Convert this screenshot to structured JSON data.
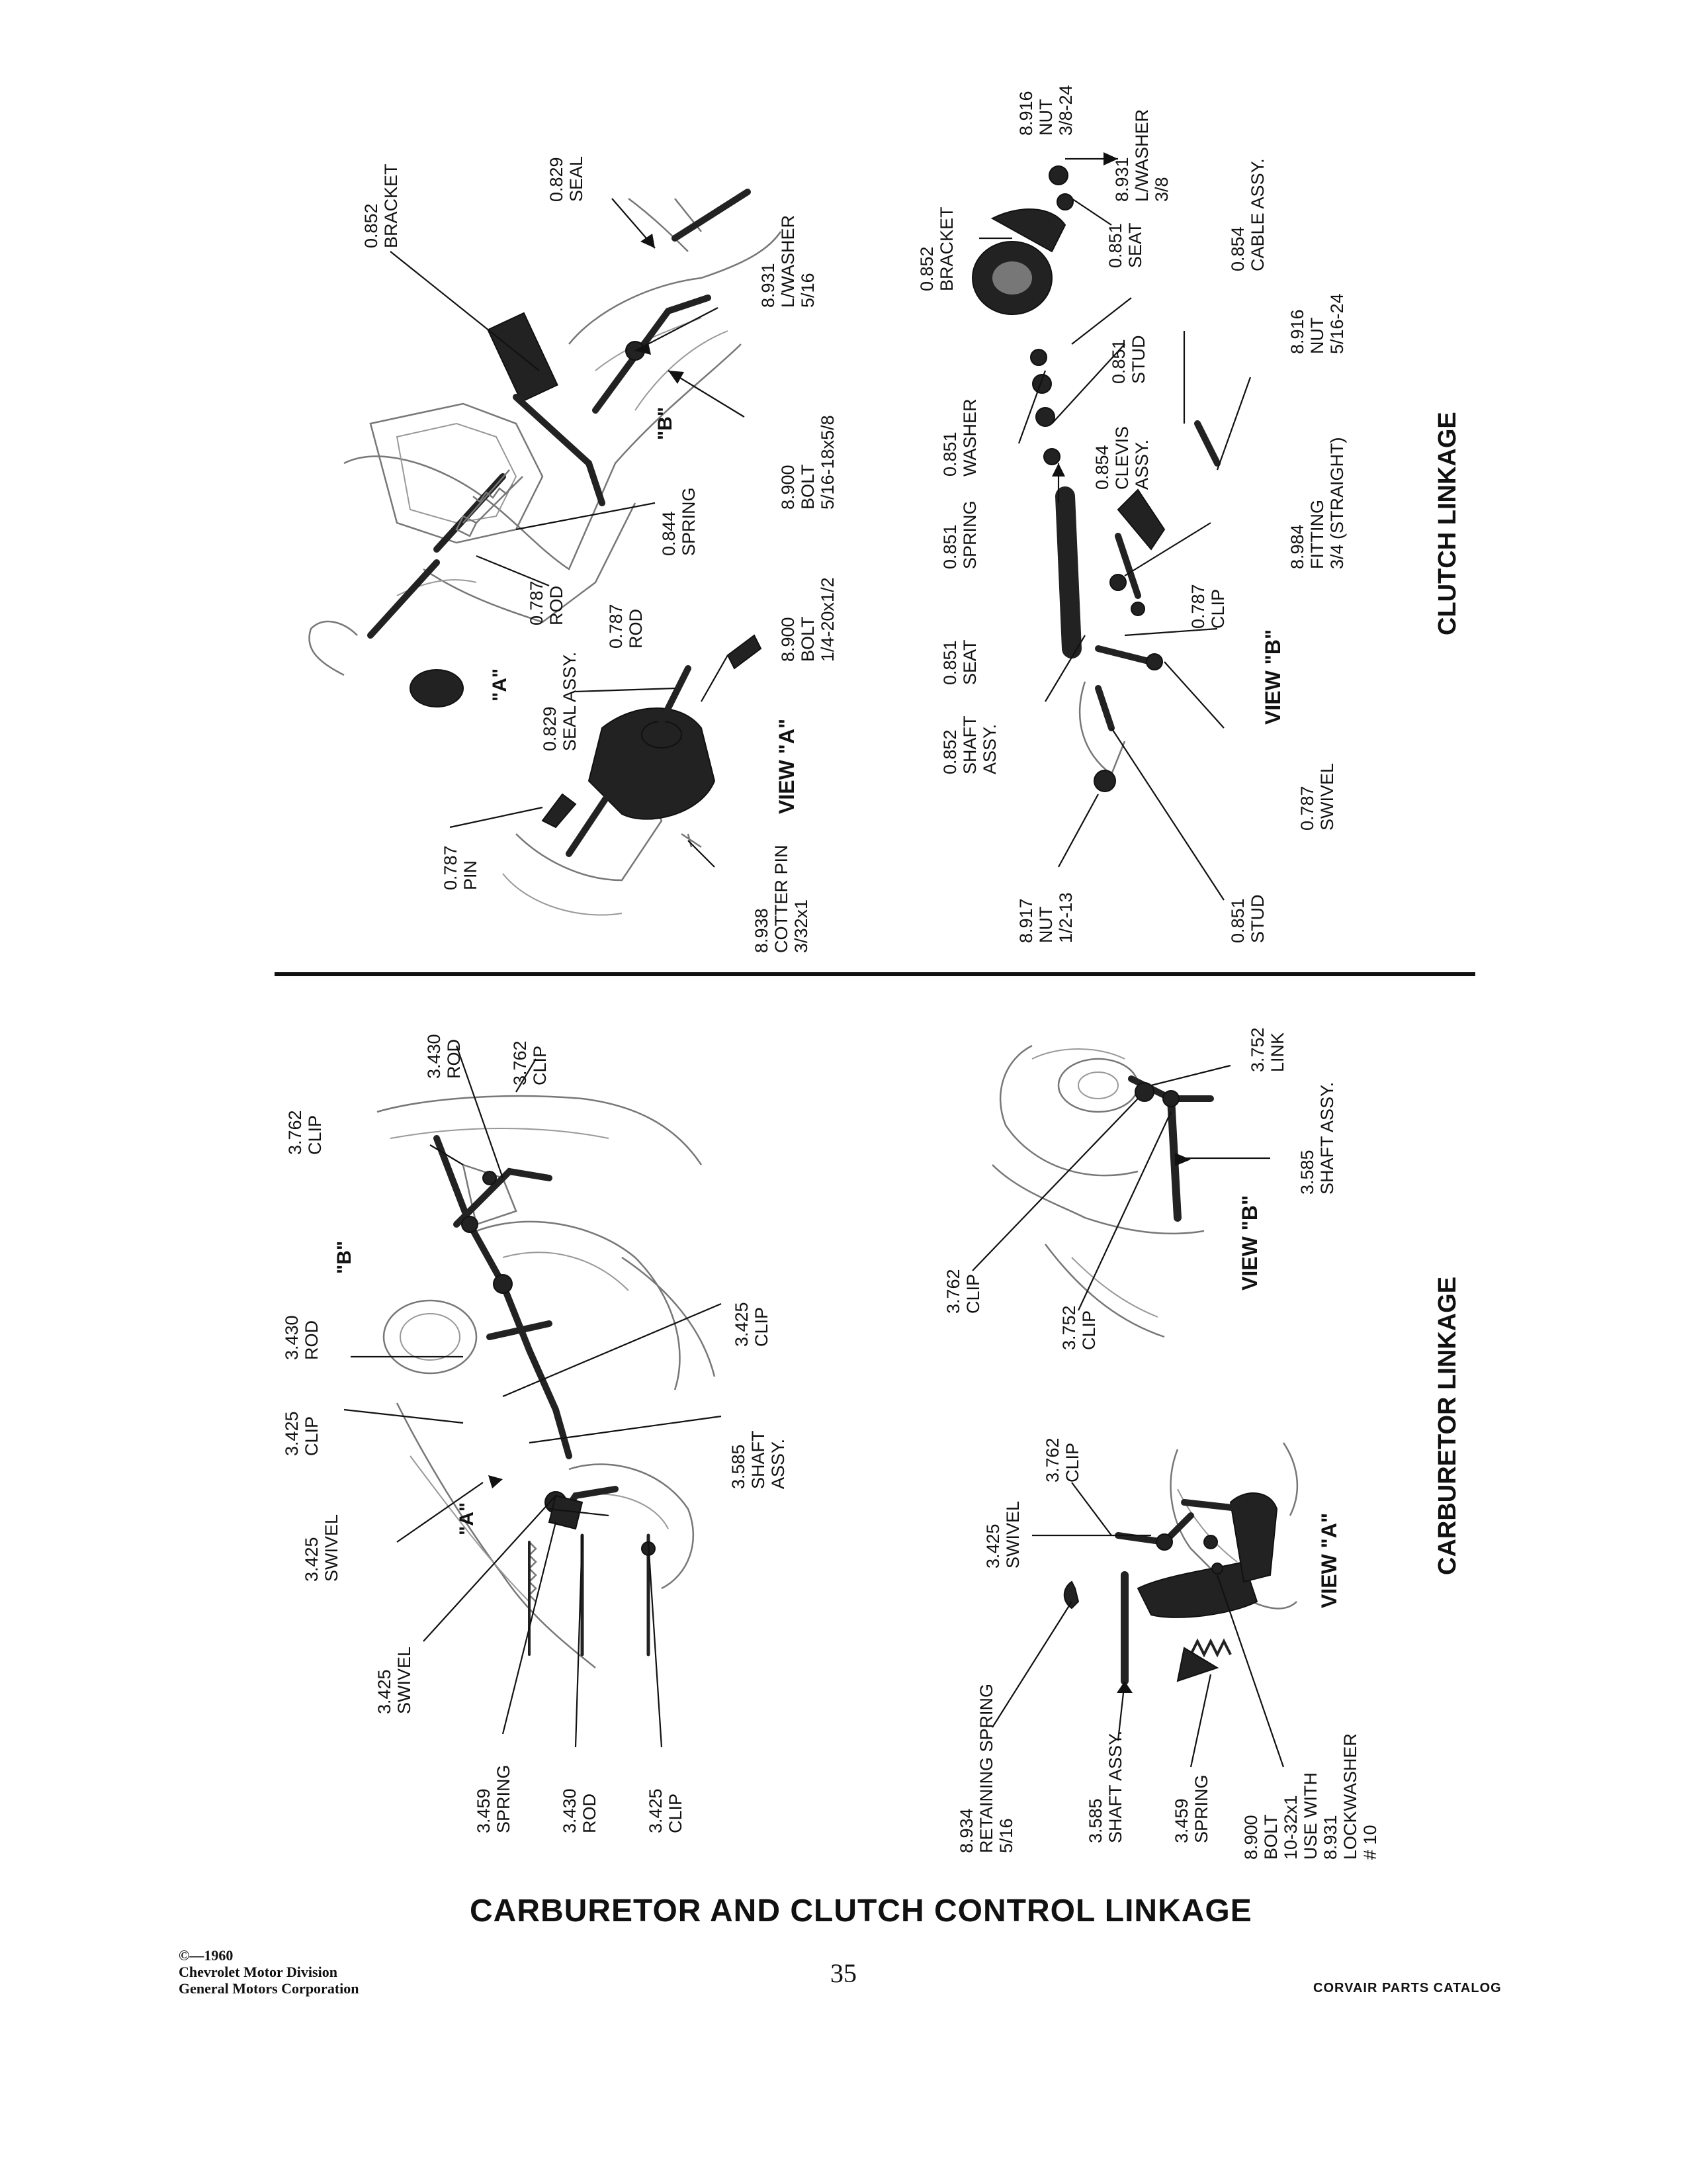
{
  "page_title": "CARBURETOR AND CLUTCH CONTROL LINKAGE",
  "page_number": "35",
  "footer_left": [
    "©—1960",
    "Chevrolet Motor Division",
    "General Motors Corporation"
  ],
  "footer_right": "CORVAIR PARTS CATALOG",
  "clutch": {
    "section_title": "CLUTCH LINKAGE",
    "labels": [
      {
        "lines": [
          "0.852",
          "BRACKET"
        ]
      },
      {
        "lines": [
          "0.829",
          "SEAL"
        ]
      },
      {
        "lines": [
          "8.931",
          "L/WASHER",
          "5/16"
        ]
      },
      {
        "lines": [
          "8.900",
          "BOLT",
          "5/16-18x5/8"
        ]
      },
      {
        "lines": [
          "0.844",
          "SPRING"
        ]
      },
      {
        "lines": [
          "0.787",
          "ROD"
        ]
      },
      {
        "lines": [
          "0.787",
          "ROD"
        ]
      },
      {
        "lines": [
          "0.829",
          "SEAL ASSY."
        ]
      },
      {
        "lines": [
          "8.900",
          "BOLT",
          "1/4-20x1/2"
        ]
      },
      {
        "lines": [
          "0.787",
          "PIN"
        ]
      },
      {
        "lines": [
          "8.938",
          "COTTER PIN",
          "3/32x1"
        ]
      },
      {
        "lines": [
          "VIEW \"A\""
        ]
      },
      {
        "lines": [
          "\"A\""
        ]
      },
      {
        "lines": [
          "\"B\""
        ]
      },
      {
        "lines": [
          "8.916",
          "NUT",
          "3/8-24"
        ]
      },
      {
        "lines": [
          "8.931",
          "L/WASHER",
          "3/8"
        ]
      },
      {
        "lines": [
          "0.852",
          "BRACKET"
        ]
      },
      {
        "lines": [
          "0.851",
          "SEAT"
        ]
      },
      {
        "lines": [
          "0.854",
          "CABLE ASSY."
        ]
      },
      {
        "lines": [
          "0.851",
          "WASHER"
        ]
      },
      {
        "lines": [
          "0.851",
          "STUD"
        ]
      },
      {
        "lines": [
          "8.916",
          "NUT",
          "5/16-24"
        ]
      },
      {
        "lines": [
          "0.854",
          "CLEVIS",
          "ASSY."
        ]
      },
      {
        "lines": [
          "0.851",
          "SPRING"
        ]
      },
      {
        "lines": [
          "0.851",
          "SEAT"
        ]
      },
      {
        "lines": [
          "8.984",
          "FITTING",
          "3/4 (STRAIGHT)"
        ]
      },
      {
        "lines": [
          "0.787",
          "CLIP"
        ]
      },
      {
        "lines": [
          "0.852",
          "SHAFT",
          "ASSY."
        ]
      },
      {
        "lines": [
          "VIEW \"B\""
        ]
      },
      {
        "lines": [
          "0.787",
          "SWIVEL"
        ]
      },
      {
        "lines": [
          "8.917",
          "NUT",
          "1/2-13"
        ]
      },
      {
        "lines": [
          "0.851",
          "STUD"
        ]
      }
    ]
  },
  "carburetor": {
    "section_title": "CARBURETOR LINKAGE",
    "labels": [
      {
        "lines": [
          "3.430",
          "ROD"
        ]
      },
      {
        "lines": [
          "3.762",
          "CLIP"
        ]
      },
      {
        "lines": [
          "3.762",
          "CLIP"
        ]
      },
      {
        "lines": [
          "\"B\""
        ]
      },
      {
        "lines": [
          "3.430",
          "ROD"
        ]
      },
      {
        "lines": [
          "3.425",
          "CLIP"
        ]
      },
      {
        "lines": [
          "3.425",
          "CLIP"
        ]
      },
      {
        "lines": [
          "3.585",
          "SHAFT",
          "ASSY."
        ]
      },
      {
        "lines": [
          "3.425",
          "SWIVEL"
        ]
      },
      {
        "lines": [
          "\"A\""
        ]
      },
      {
        "lines": [
          "3.425",
          "SWIVEL"
        ]
      },
      {
        "lines": [
          "3.459",
          "SPRING"
        ]
      },
      {
        "lines": [
          "3.430",
          "ROD"
        ]
      },
      {
        "lines": [
          "3.425",
          "CLIP"
        ]
      },
      {
        "lines": [
          "3.752",
          "LINK"
        ]
      },
      {
        "lines": [
          "3.585",
          "SHAFT ASSY."
        ]
      },
      {
        "lines": [
          "3.762",
          "CLIP"
        ]
      },
      {
        "lines": [
          "3.752",
          "CLIP"
        ]
      },
      {
        "lines": [
          "VIEW \"B\""
        ]
      },
      {
        "lines": [
          "3.762",
          "CLIP"
        ]
      },
      {
        "lines": [
          "3.425",
          "SWIVEL"
        ]
      },
      {
        "lines": [
          "VIEW \"A\""
        ]
      },
      {
        "lines": [
          "8.934",
          "RETAINING SPRING",
          "5/16"
        ]
      },
      {
        "lines": [
          "3.585",
          "SHAFT ASSY."
        ]
      },
      {
        "lines": [
          "3.459",
          "SPRING"
        ]
      },
      {
        "lines": [
          "8.900",
          "BOLT",
          "10-32x1",
          "USE WITH",
          "8.931",
          "LOCKWASHER",
          "# 10"
        ]
      }
    ]
  }
}
